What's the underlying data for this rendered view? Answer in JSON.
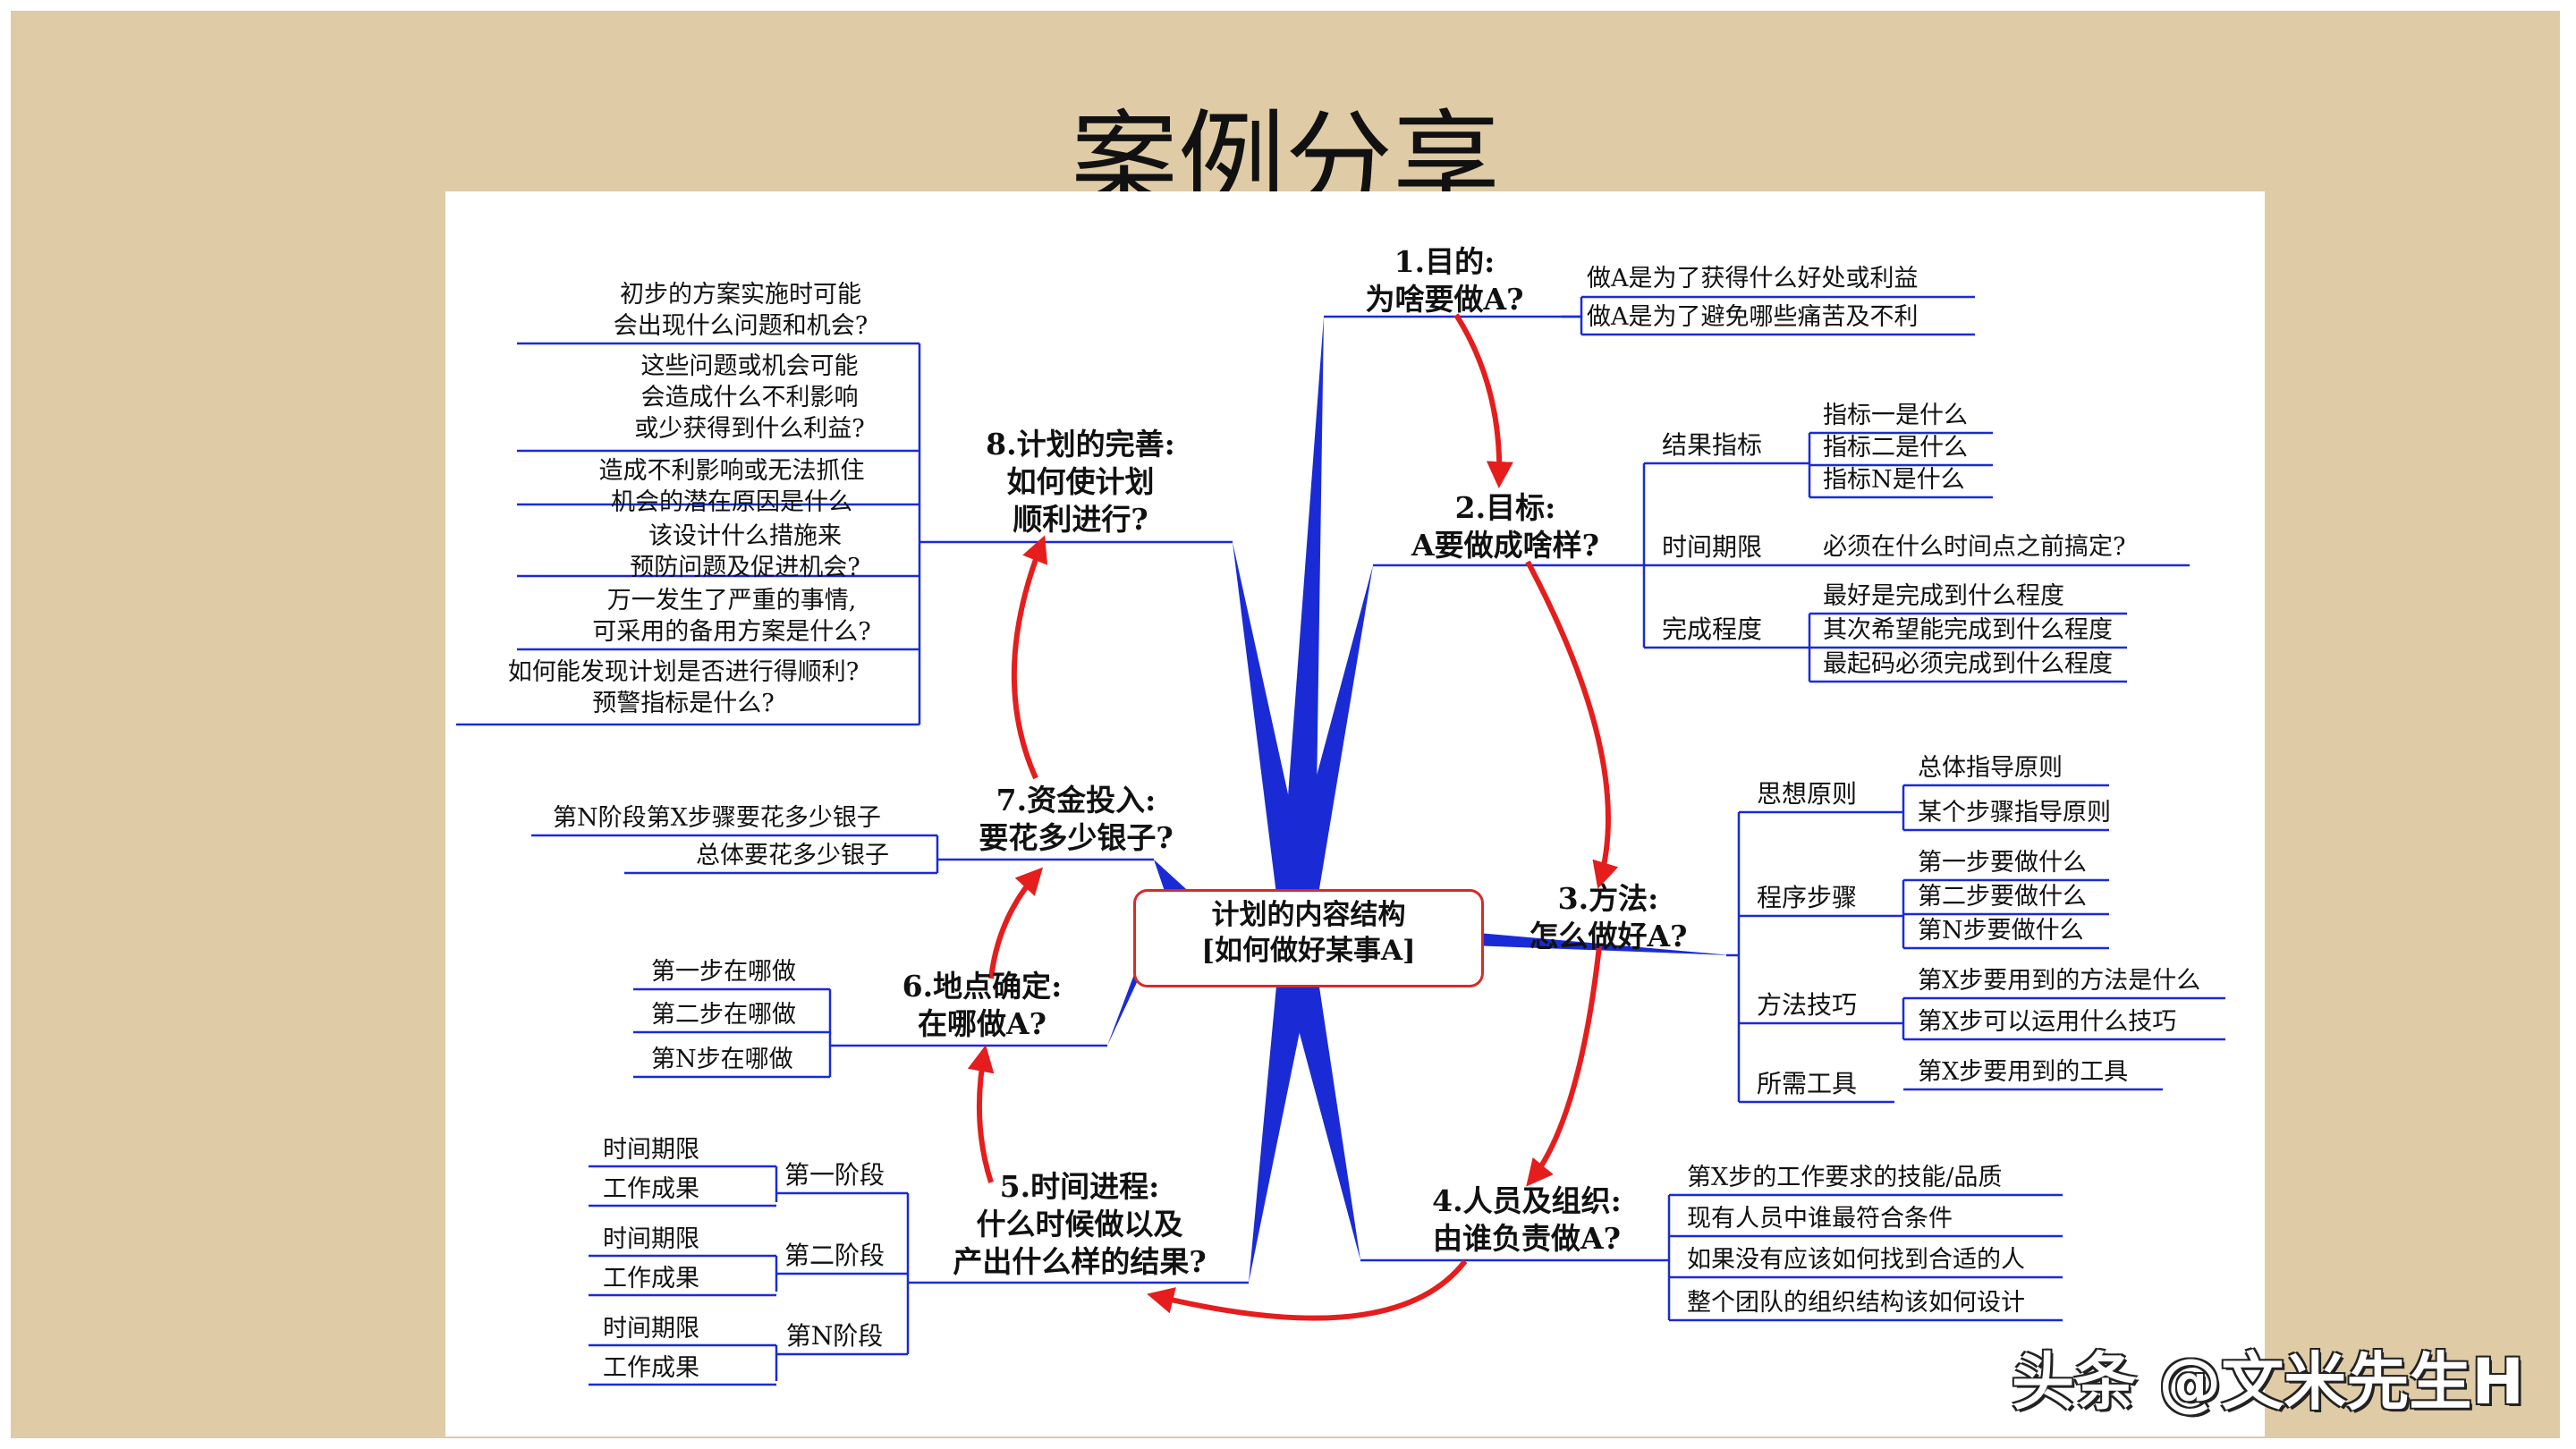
{
  "slide": {
    "title": "案例分享",
    "background_color": "#dfcba6",
    "watermark": "头条 @文米先生H"
  },
  "mindmap": {
    "center": [
      "计划的内容结构",
      "[如何做好某事A]"
    ],
    "colors": {
      "trunk": "#1a2bd6",
      "arrow": "#e51d1d",
      "box_border": "#d72a2a"
    },
    "branches": {
      "b1": {
        "title": [
          "1.目的:",
          "为啥要做A?"
        ],
        "leaves": [
          "做A是为了获得什么好处或利益",
          "做A是为了避免哪些痛苦及不利"
        ]
      },
      "b2": {
        "title": [
          "2.目标:",
          "A要做成啥样?"
        ],
        "groups": [
          {
            "label": "结果指标",
            "leaves": [
              "指标一是什么",
              "指标二是什么",
              "指标N是什么"
            ]
          },
          {
            "label": "时间期限",
            "leaves": [
              "必须在什么时间点之前搞定?"
            ]
          },
          {
            "label": "完成程度",
            "leaves": [
              "最好是完成到什么程度",
              "其次希望能完成到什么程度",
              "最起码必须完成到什么程度"
            ]
          }
        ]
      },
      "b3": {
        "title": [
          "3.方法:",
          "怎么做好A?"
        ],
        "groups": [
          {
            "label": "思想原则",
            "leaves": [
              "总体指导原则",
              "某个步骤指导原则"
            ]
          },
          {
            "label": "程序步骤",
            "leaves": [
              "第一步要做什么",
              "第二步要做什么",
              "第N步要做什么"
            ]
          },
          {
            "label": "方法技巧",
            "leaves": [
              "第X步要用到的方法是什么",
              "第X步可以运用什么技巧"
            ]
          },
          {
            "label": "所需工具",
            "leaves": [
              "第X步要用到的工具"
            ]
          }
        ]
      },
      "b4": {
        "title": [
          "4.人员及组织:",
          "由谁负责做A?"
        ],
        "leaves": [
          "第X步的工作要求的技能/品质",
          "现有人员中谁最符合条件",
          "如果没有应该如何找到合适的人",
          "整个团队的组织结构该如何设计"
        ]
      },
      "b5": {
        "title": [
          "5.时间进程:",
          "什么时候做以及",
          "产出什么样的结果?"
        ],
        "groups": [
          {
            "label": "第一阶段",
            "leaves": [
              "时间期限",
              "工作成果"
            ]
          },
          {
            "label": "第二阶段",
            "leaves": [
              "时间期限",
              "工作成果"
            ]
          },
          {
            "label": "第N阶段",
            "leaves": [
              "时间期限",
              "工作成果"
            ]
          }
        ]
      },
      "b6": {
        "title": [
          "6.地点确定:",
          "在哪做A?"
        ],
        "leaves": [
          "第一步在哪做",
          "第二步在哪做",
          "第N步在哪做"
        ]
      },
      "b7": {
        "title": [
          "7.资金投入:",
          "要花多少银子?"
        ],
        "leaves": [
          "第N阶段第X步骤要花多少银子",
          "总体要花多少银子"
        ]
      },
      "b8": {
        "title": [
          "8.计划的完善:",
          "如何使计划",
          "顺利进行?"
        ],
        "leaves": [
          [
            "初步的方案实施时可能",
            "会出现什么问题和机会?"
          ],
          [
            "这些问题或机会可能",
            "会造成什么不利影响",
            "或少获得到什么利益?"
          ],
          [
            "造成不利影响或无法抓住",
            "机会的潜在原因是什么"
          ],
          [
            "该设计什么措施来",
            "预防问题及促进机会?"
          ],
          [
            "万一发生了严重的事情,",
            "可采用的备用方案是什么?"
          ],
          [
            "如何能发现计划是否进行得顺利?",
            "预警指标是什么?"
          ]
        ]
      }
    }
  }
}
